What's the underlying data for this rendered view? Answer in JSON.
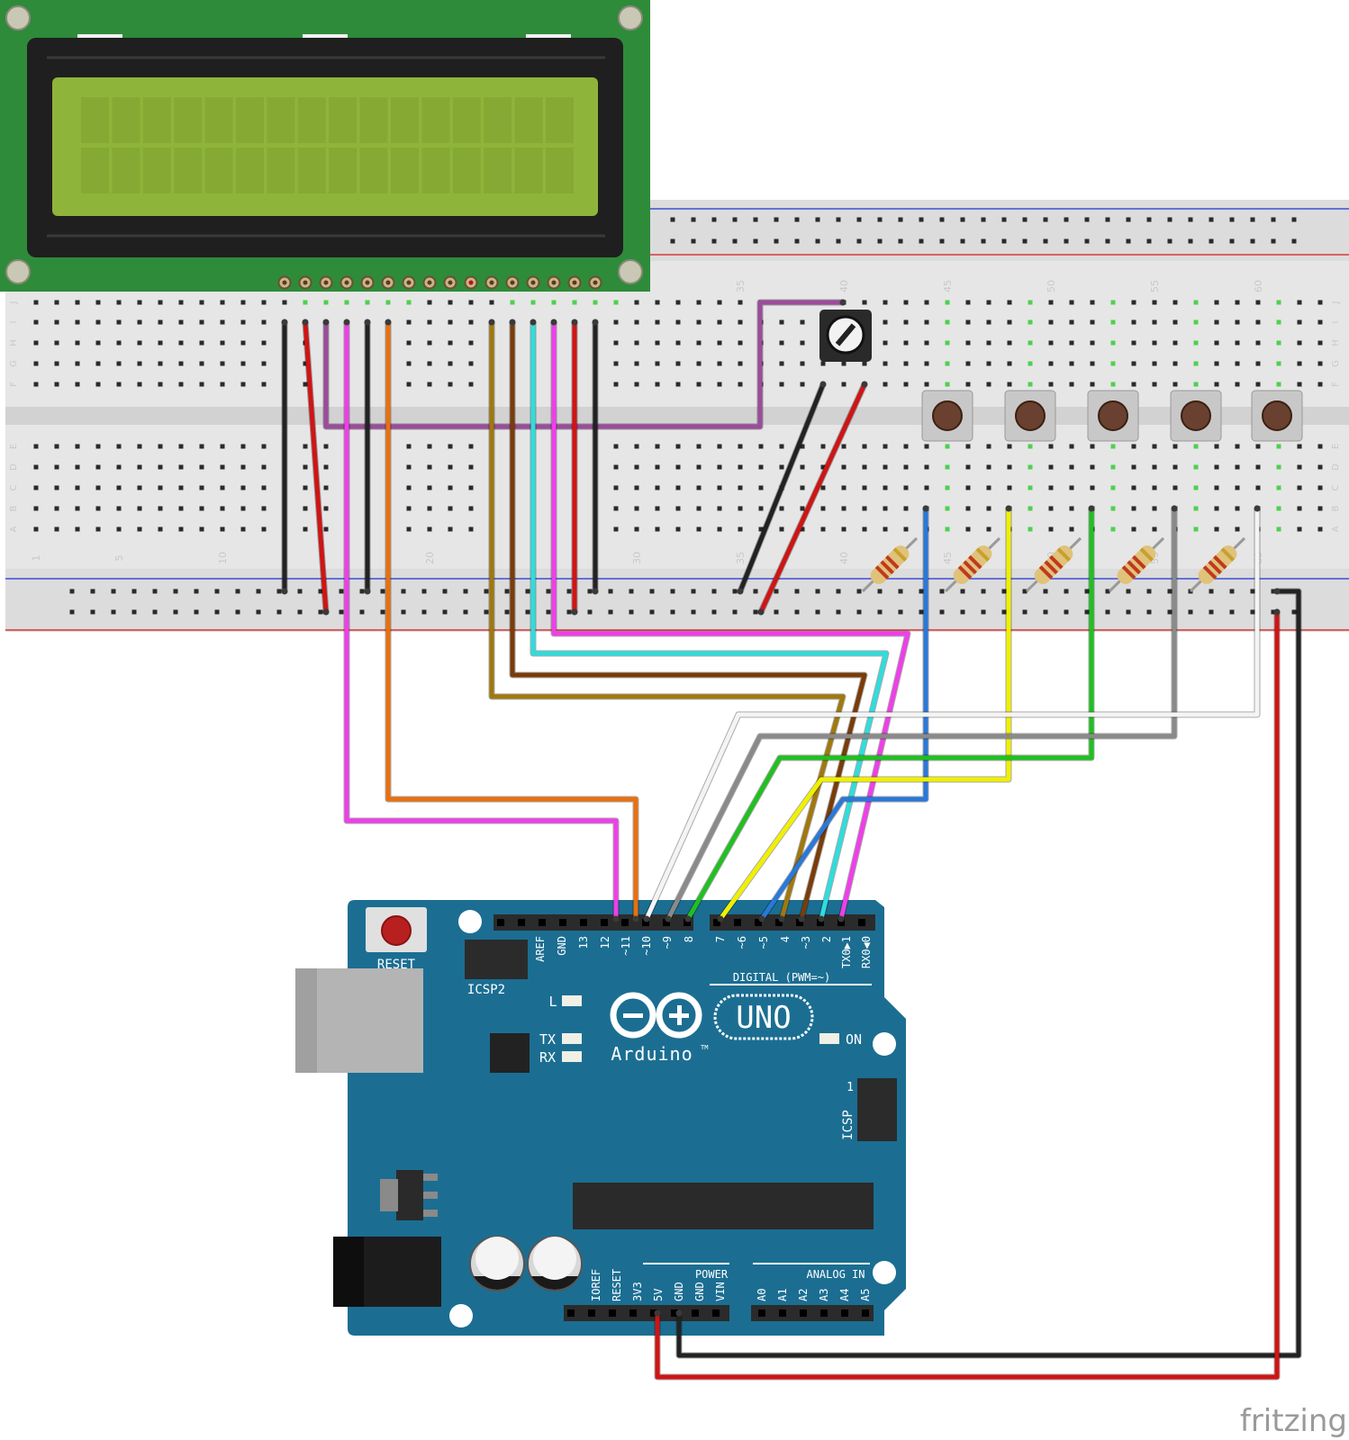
{
  "breadboard": {
    "column_numbers": [
      "1",
      "5",
      "10",
      "20",
      "30",
      "35",
      "40",
      "45",
      "50",
      "55",
      "60"
    ],
    "row_letters": [
      "J",
      "I",
      "H",
      "G",
      "F",
      "E",
      "D",
      "C",
      "B",
      "A"
    ]
  },
  "arduino": {
    "reset_label": "RESET",
    "icsp2_label": "ICSP2",
    "icsp_label": "ICSP",
    "icsp_pin1": "1",
    "digital_header_label": "DIGITAL (PWM=~)",
    "digital_pins": [
      "AREF",
      "GND",
      "13",
      "12",
      "~11",
      "~10",
      "~9",
      "8",
      "7",
      "~6",
      "~5",
      "4",
      "~3",
      "2",
      "TX0▶1",
      "RX0◀0"
    ],
    "led_l": "L",
    "led_tx": "TX",
    "led_rx": "RX",
    "led_on": "ON",
    "logo_text": "Arduino",
    "trademark": "TM",
    "model": "UNO",
    "power_header_label": "POWER",
    "power_pins": [
      "IOREF",
      "RESET",
      "3V3",
      "5V",
      "GND",
      "GND",
      "VIN"
    ],
    "analog_header_label": "ANALOG IN",
    "analog_pins": [
      "A0",
      "A1",
      "A2",
      "A3",
      "A4",
      "A5"
    ]
  },
  "watermark": "fritzing",
  "colors": {
    "lcd_pcb": "#2e8b3a",
    "lcd_screen": "#8fb43a",
    "arduino_board": "#1b6e92",
    "wire_red": "#d01414",
    "wire_black": "#222222",
    "wire_purple": "#9b4c9b",
    "wire_magenta": "#ee3fe8",
    "wire_orange": "#e8700e",
    "wire_gold": "#a0780e",
    "wire_brown": "#7a3c0a",
    "wire_cyan": "#30dcdc",
    "wire_blue": "#2a78d8",
    "wire_yellow": "#f0f000",
    "wire_green": "#20c020",
    "wire_gray": "#8a8a8a",
    "wire_white": "#f4f4f4"
  }
}
